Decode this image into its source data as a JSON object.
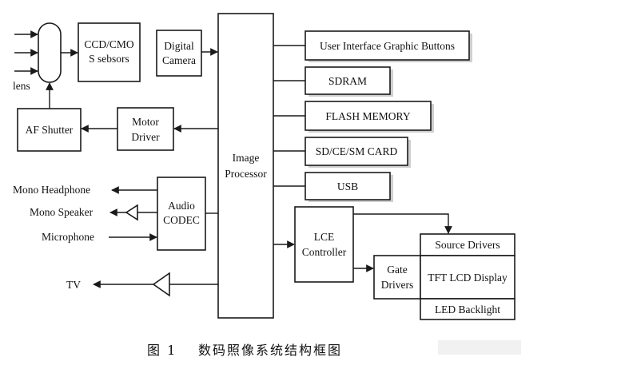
{
  "blocks": {
    "lens_label": "lens",
    "ccd": [
      "CCD/CMO",
      "S sebsors"
    ],
    "digital_camera": [
      "Digital",
      "Camera"
    ],
    "image_processor": [
      "Image",
      "Processor"
    ],
    "ui_buttons": "User Interface Graphic Buttons",
    "sdram": "SDRAM",
    "flash": "FLASH MEMORY",
    "sd_card": "SD/CE/SM CARD",
    "usb": "USB",
    "af_shutter": "AF Shutter",
    "motor_driver": [
      "Motor",
      "Driver"
    ],
    "audio_codec": [
      "Audio",
      "CODEC"
    ],
    "mono_headphone": "Mono Headphone",
    "mono_speaker": "Mono Speaker",
    "microphone": "Microphone",
    "tv": "TV",
    "lce_controller": [
      "LCE",
      "Controller"
    ],
    "gate_drivers": [
      "Gate",
      "Drivers"
    ],
    "source_drivers": "Source Drivers",
    "tft_display": "TFT LCD Display",
    "led_backlight": "LED Backlight"
  },
  "caption": {
    "figure_no": "图 1",
    "title": "数码照像系统结构框图"
  }
}
